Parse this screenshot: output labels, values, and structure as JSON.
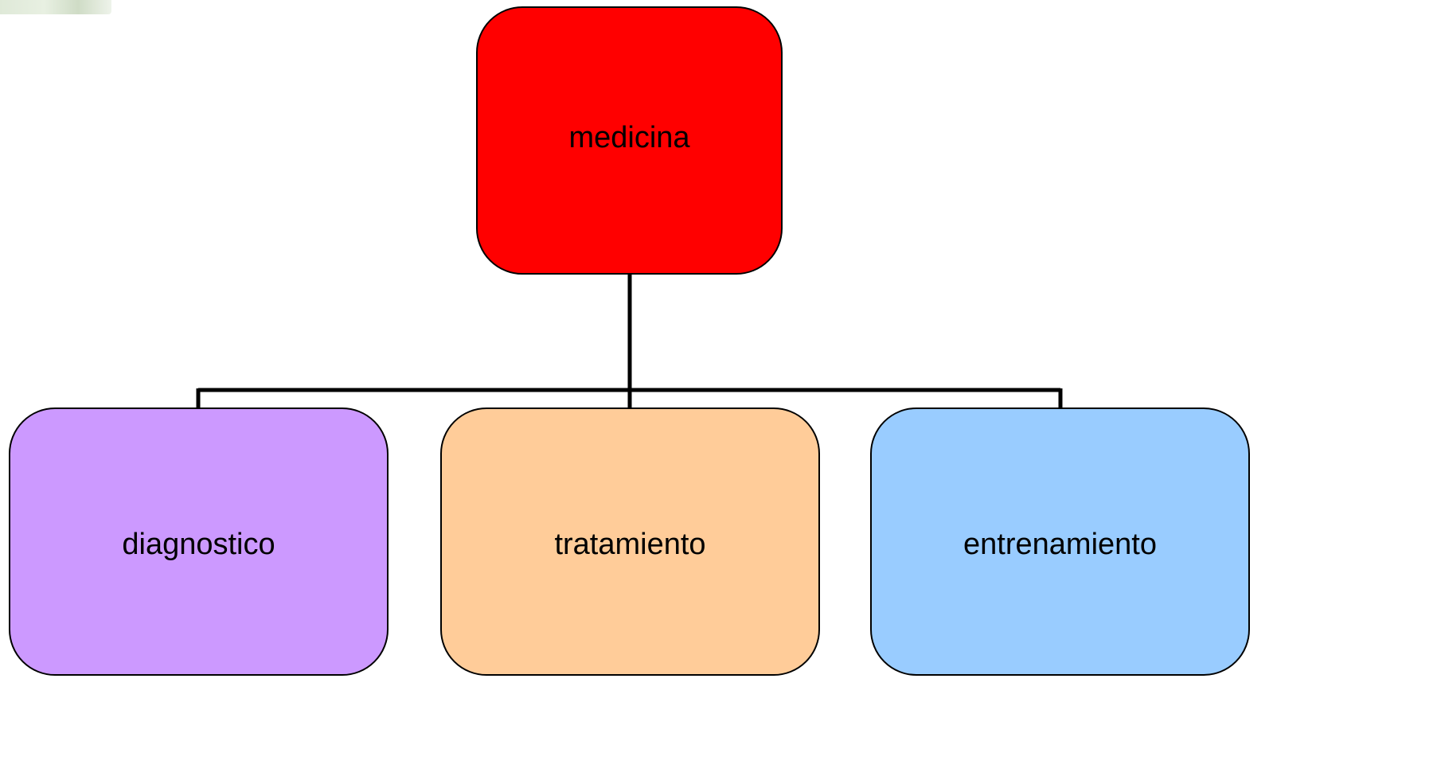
{
  "diagram": {
    "root": {
      "label": "medicina",
      "color": "#ff0000"
    },
    "children": [
      {
        "label": "diagnostico",
        "color": "#cc99ff"
      },
      {
        "label": "tratamiento",
        "color": "#ffcc99"
      },
      {
        "label": "entrenamiento",
        "color": "#99ccff"
      }
    ],
    "connector_color": "#000000"
  }
}
